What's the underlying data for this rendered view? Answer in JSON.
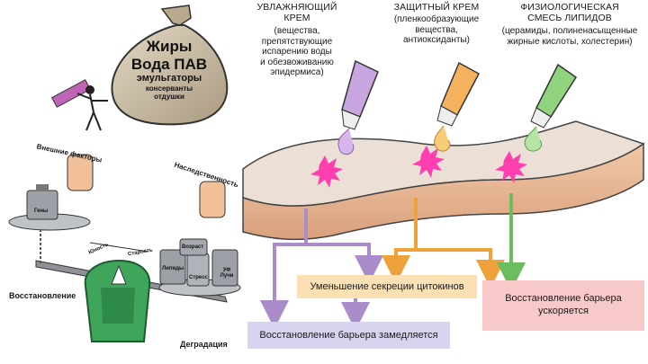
{
  "bag": {
    "line1": "Жиры",
    "line2": "Вода ПАВ",
    "line3": "эмульгаторы",
    "line4": "консерванты",
    "line5": "отдушки"
  },
  "scales": {
    "external_factors": "Внешние факторы",
    "heredity": "Наследственность",
    "genes": "Гены",
    "stress": "Стресс",
    "age": "Возраст",
    "lipids": "Липиды",
    "uv": "УФ Лучи",
    "old_age": "Старость",
    "youth": "Юность",
    "recovery": "Восстановление",
    "degradation": "Деградация"
  },
  "creams": {
    "moist_title": "УВЛАЖНЯЮЩИЙ\nКРЕМ",
    "moist_desc": "(вещества,\nпрепятствующие\nиспарению воды\nи обезвоживанию\nэпидермиса)",
    "protect_title": "ЗАЩИТНЫЙ КРЕМ",
    "protect_desc": "(пленкообразующие\nвещества,\nантиоксиданты)",
    "lipid_title": "ФИЗИОЛОГИЧЕСКАЯ\nСМЕСЬ ЛИПИДОВ",
    "lipid_desc": "(церамиды, полиненасыщенные\nжирные кислоты, холестерин)"
  },
  "outcomes": {
    "cytokines": "Уменьшение секреции цитокинов",
    "slow": "Восстановление барьера замедляется",
    "fast": "Восстановление барьера\nускоряется"
  },
  "colors": {
    "purple": "#a98cc9",
    "orange": "#f0a23a",
    "green": "#6cbd5e",
    "bag": "#cdbfa4",
    "skin": "#e9d9c9",
    "scale_green": "#3fa55a",
    "pink": "#ff3fb0"
  }
}
